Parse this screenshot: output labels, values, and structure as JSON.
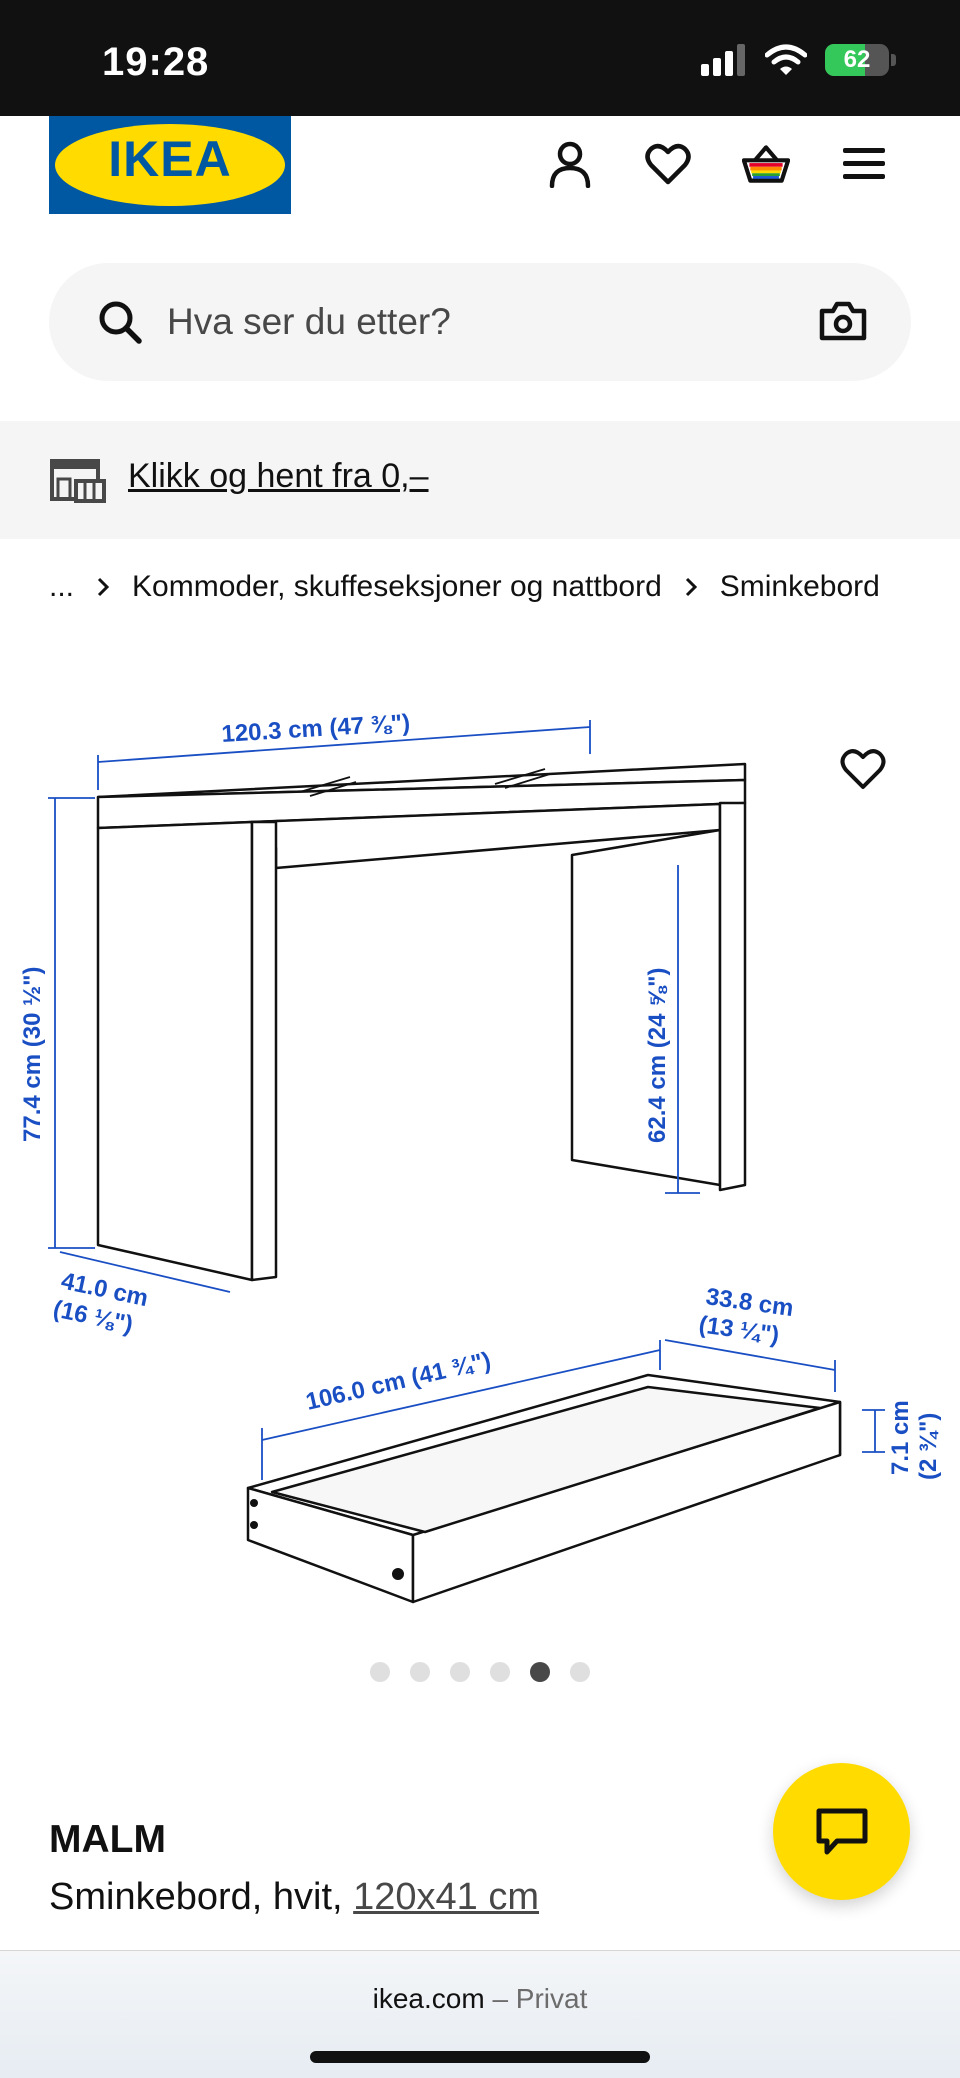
{
  "status": {
    "time": "19:28",
    "battery": 62
  },
  "header": {
    "logo": "IKEA"
  },
  "search": {
    "placeholder": "Hva ser du etter?"
  },
  "promo": {
    "text": "Klikk og hent fra 0,–"
  },
  "breadcrumb": {
    "ellipsis": "...",
    "items": [
      "Kommoder, skuffeseksjoner og nattbord",
      "Sminkebord"
    ]
  },
  "gallery": {
    "dimensions": {
      "width": "120.3 cm (47 ⅜\")",
      "height": "77.4 cm (30 ½\")",
      "depth_cm": "41.0 cm",
      "depth_in": "(16 ⅛\")",
      "clearance": "62.4 cm (24 ⅝\")",
      "drawer_width": "106.0 cm (41 ¾\")",
      "drawer_depth_cm": "33.8 cm",
      "drawer_depth_in": "(13 ¼\")",
      "drawer_height_cm": "7.1 cm",
      "drawer_height_in": "(2 ¾\")"
    },
    "total_images": 6,
    "active_index": 4
  },
  "product": {
    "name": "MALM",
    "desc": "Sminkebord, hvit, ",
    "size": "120x41 cm"
  },
  "browser": {
    "domain": "ikea.com",
    "mode": " – Privat"
  },
  "colors": {
    "ikea_blue": "#0058a3",
    "ikea_yellow": "#ffdb00",
    "dim_blue": "#1a4fc4"
  }
}
